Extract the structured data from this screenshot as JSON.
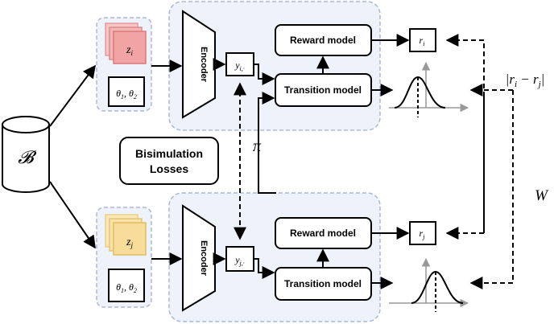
{
  "replay_buffer": {
    "label": "𝓑"
  },
  "pair_i": {
    "latent": "z_i",
    "params": "θ1, θ2",
    "encoder_label": "Encoder",
    "encoding": "y_i",
    "reward_model": "Reward model",
    "transition_model": "Transition model",
    "reward_output": "r_i"
  },
  "pair_j": {
    "latent": "z_j",
    "params": "θ1, θ2",
    "encoder_label": "Encoder",
    "encoding": "y_j",
    "reward_model": "Reward model",
    "transition_model": "Transition model",
    "reward_output": "r_j"
  },
  "policy_label": "π",
  "bisimulation_losses": {
    "line1": "Bisimulation",
    "line2": "Losses"
  },
  "reward_distance": "|ri − rj|",
  "wasserstein_label": "W",
  "colors": {
    "group_bg": "#eef2fb",
    "group_border": "#aab8d6",
    "latent_i": "#f2a3a3",
    "latent_i_border": "#d97a7a",
    "latent_j": "#f7dc9a",
    "latent_j_border": "#dfbd65",
    "gaussian_axis": "#999999"
  }
}
